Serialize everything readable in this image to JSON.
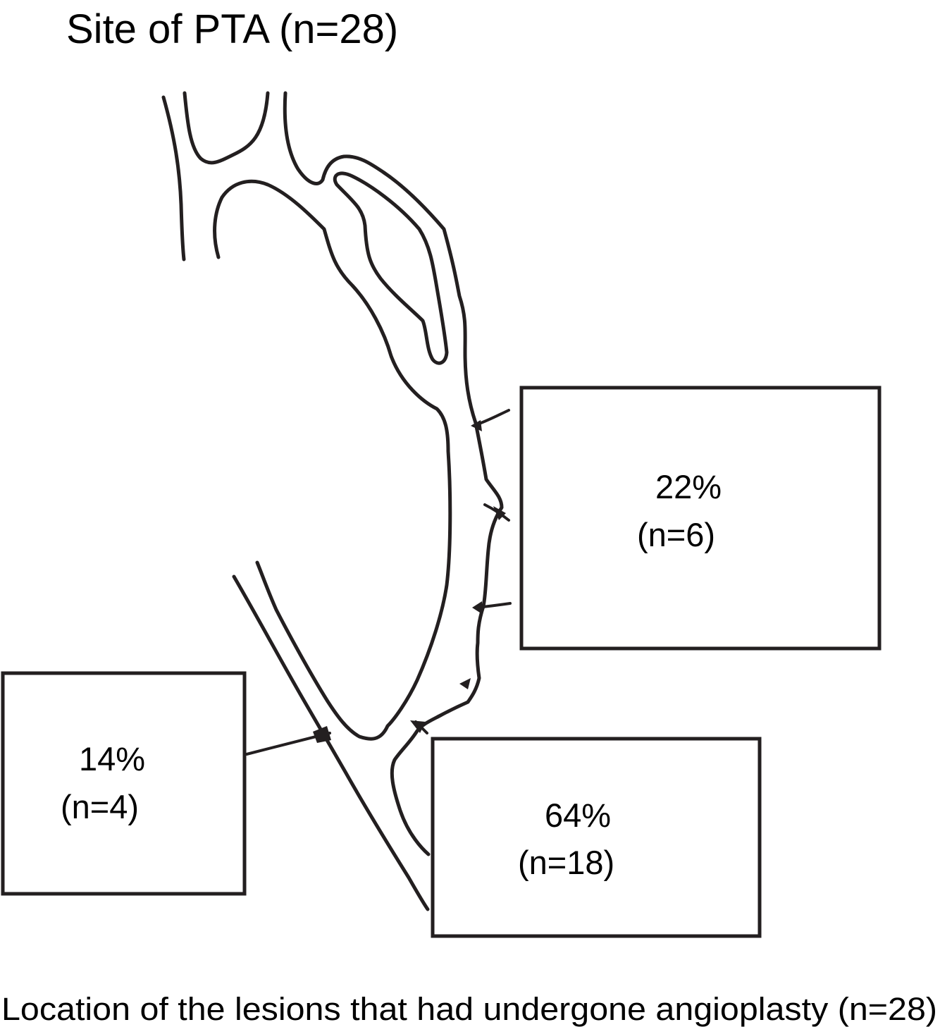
{
  "title": "Site of PTA (n=28)",
  "caption": "Location of the lesions that had undergone angioplasty (n=28)",
  "regions": [
    {
      "id": "upper",
      "percent": "22%",
      "count": "(n=6)"
    },
    {
      "id": "left",
      "percent": "14%",
      "count": "(n=4)"
    },
    {
      "id": "lower",
      "percent": "64%",
      "count": "(n=18)"
    }
  ]
}
